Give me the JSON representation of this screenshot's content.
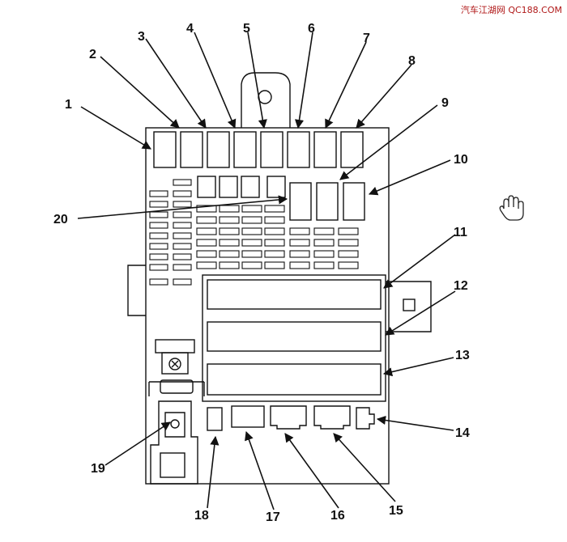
{
  "watermark": "汽车江湖网 QC188.COM",
  "callouts": [
    "1",
    "2",
    "3",
    "4",
    "5",
    "6",
    "7",
    "8",
    "9",
    "10",
    "11",
    "12",
    "13",
    "14",
    "15",
    "16",
    "17",
    "18",
    "19",
    "20"
  ],
  "cursor_icon": "hand-cursor-icon"
}
